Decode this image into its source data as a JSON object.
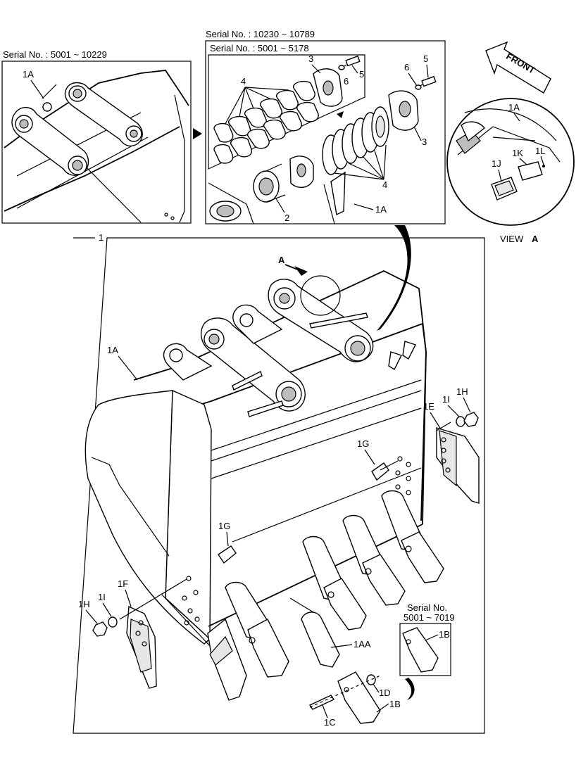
{
  "panels": {
    "top_left_serial": "Serial No. : 5001 ~ 10229",
    "top_mid_serial_outer": "Serial No. : 10230 ~ 10789",
    "top_mid_serial_inner": "Serial No. : 5001 ~ 5178",
    "front_label": "FRONT",
    "view_label": "VIEW",
    "view_letter": "A",
    "main_label": "1",
    "arrow_label": "A",
    "inset_serial_1": "Serial No.",
    "inset_serial_2": "5001 ~ 7019"
  },
  "callouts": {
    "tl_1A": "1A",
    "tm_3a": "3",
    "tm_4a": "4",
    "tm_5a": "5",
    "tm_6a": "6",
    "tm_5b": "5",
    "tm_6b": "6",
    "tm_3b": "3",
    "tm_4b": "4",
    "tm_2": "2",
    "tm_1A": "1A",
    "va_1A": "1A",
    "va_1K": "1K",
    "va_1L": "1L",
    "va_1J": "1J",
    "m_1A": "1A",
    "m_1H_r": "1H",
    "m_1I_r": "1I",
    "m_1E": "1E",
    "m_1G_r": "1G",
    "m_1G_l": "1G",
    "m_1F": "1F",
    "m_1I_l": "1I",
    "m_1H_l": "1H",
    "m_1AA": "1AA",
    "m_1D": "1D",
    "m_1B": "1B",
    "m_1C": "1C",
    "in_1B": "1B"
  }
}
